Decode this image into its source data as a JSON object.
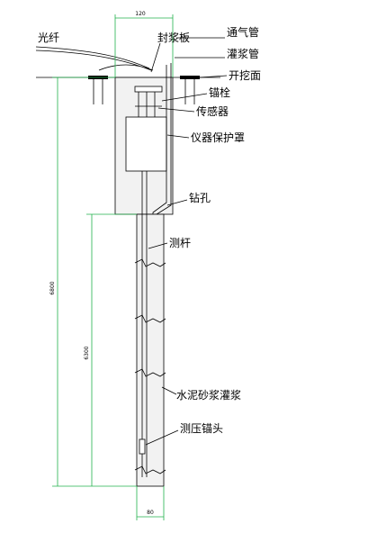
{
  "labels": {
    "fiber": "光纤",
    "seal_plate": "封浆板",
    "vent_pipe": "通气管",
    "grout_pipe": "灌浆管",
    "excavation_face": "开挖面",
    "anchor_bolt": "锚栓",
    "sensor": "传感器",
    "instrument_cover": "仪器保护罩",
    "borehole": "钻孔",
    "rod": "测杆",
    "cement_grout": "水泥砂浆灌浆",
    "anchor_head": "测压锚头"
  },
  "dimensions": {
    "top_width": "120",
    "total_depth": "6800",
    "hole_depth": "6300",
    "hole_width": "80"
  },
  "colors": {
    "line": "#000000",
    "dimension": "#22b14c",
    "fill": "#f2f2f2"
  }
}
